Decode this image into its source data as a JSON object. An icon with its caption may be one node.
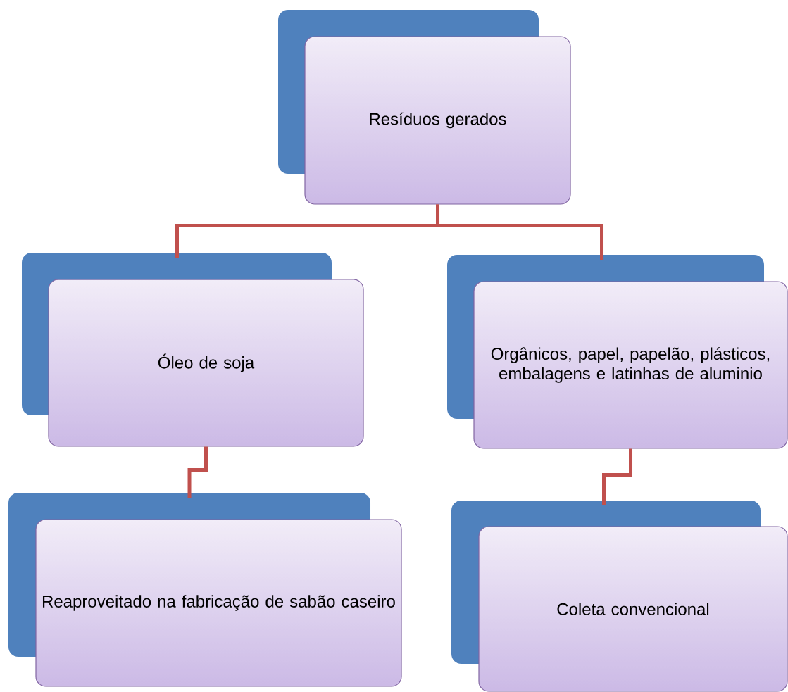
{
  "diagram": {
    "nodes": [
      {
        "text": [
          "Resíduos gerados"
        ]
      },
      {
        "text": [
          "Óleo de soja"
        ]
      },
      {
        "text": [
          "Orgânicos, papel, papelão, plásticos, embalagens e latinhas de aluminio"
        ]
      },
      {
        "text": [
          "Reaproveitado na fabricação de sabão caseiro"
        ]
      },
      {
        "text": [
          "Coleta convencional"
        ]
      }
    ],
    "edges": [
      {
        "from": 0,
        "to": 1,
        "arrow": "none"
      },
      {
        "from": 0,
        "to": 2,
        "arrow": "none"
      },
      {
        "from": 1,
        "to": 3,
        "arrow": "none"
      },
      {
        "from": 2,
        "to": 4,
        "arrow": "none"
      }
    ]
  }
}
